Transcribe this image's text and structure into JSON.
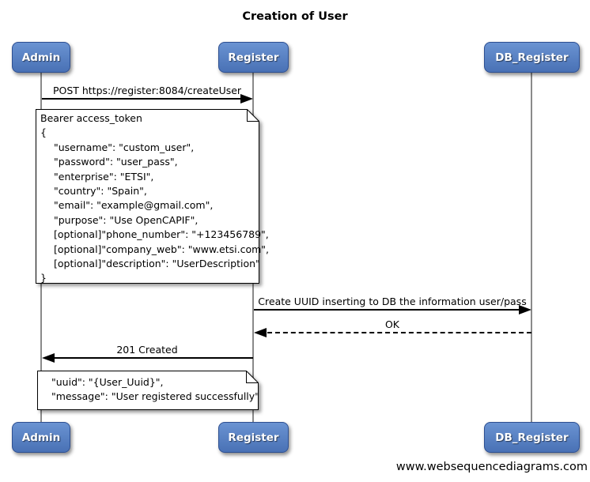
{
  "title": "Creation of User",
  "watermark": "www.websequencediagrams.com",
  "actors": [
    {
      "label": "Admin"
    },
    {
      "label": "Register"
    },
    {
      "label": "DB_Register"
    }
  ],
  "messages": [
    {
      "label": "POST https://register:8084/createUser",
      "from": "Admin",
      "to": "Register",
      "line": "solid"
    },
    {
      "label": "Create UUID inserting to DB the information user/pass",
      "from": "Register",
      "to": "DB_Register",
      "line": "solid"
    },
    {
      "label": "OK",
      "from": "DB_Register",
      "to": "Register",
      "line": "dashed"
    },
    {
      "label": "201 Created",
      "from": "Register",
      "to": "Admin",
      "line": "solid"
    }
  ],
  "notes": [
    {
      "lines": [
        "Bearer access_token",
        "{",
        "\"username\": \"custom_user\",",
        "\"password\": \"user_pass\",",
        "\"enterprise\": \"ETSI\",",
        "\"country\": \"Spain\",",
        "\"email\": \"example@gmail.com\",",
        "\"purpose\": \"Use OpenCAPIF\",",
        "[optional]\"phone_number\": \"+123456789\",",
        "[optional]\"company_web\": \"www.etsi.com\",",
        "[optional]\"description\": \"UserDescription\"",
        "}"
      ]
    },
    {
      "lines": [
        "\"uuid\": \"{User_Uuid}\",",
        "\"message\": \"User registered successfully\""
      ]
    }
  ],
  "colors": {
    "actor_fill_top": "#6a93d2",
    "actor_fill_bottom": "#4971b5",
    "actor_border": "#2d4f91",
    "actor_text": "#ffffff",
    "lifeline": "#8a8a8a",
    "message_line": "#000000",
    "note_bg": "#ffffff",
    "note_border": "#000000",
    "background": "#ffffff"
  }
}
